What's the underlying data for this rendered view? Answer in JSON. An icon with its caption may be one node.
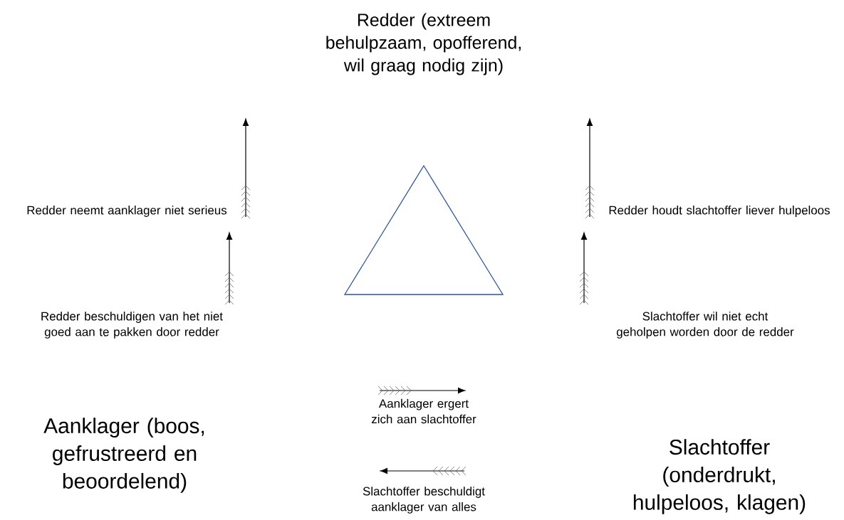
{
  "diagram": {
    "labels": [
      "Redder (extreem behulpzaam, opofferend, wil graag nodig zijn)",
      "Redder neemt aanklager niet serieus",
      "Redder houdt slachtoffer liever hulpeloos",
      "Redder beschuldigen van het niet goed aan te pakken door redder",
      "Slachtoffer wil niet echt geholpen worden door de redder",
      "Aanklager (boos, gefrustreerd en beoordelend)",
      "Aanklager ergert zich aan slachtoffer",
      "Slachtoffer (onderdrukt, hulpeloos, klagen)",
      "Slachtoffer beschuldigt aanklager van alles"
    ]
  }
}
